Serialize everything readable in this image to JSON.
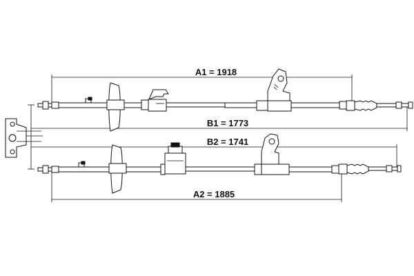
{
  "dimensions": [
    {
      "id": "A1",
      "label": "A1 = 1918",
      "value": 1918
    },
    {
      "id": "B1",
      "label": "B1 = 1773",
      "value": 1773
    },
    {
      "id": "B2",
      "label": "B2 = 1741",
      "value": 1741
    },
    {
      "id": "A2",
      "label": "A2 = 1885",
      "value": 1885
    }
  ]
}
